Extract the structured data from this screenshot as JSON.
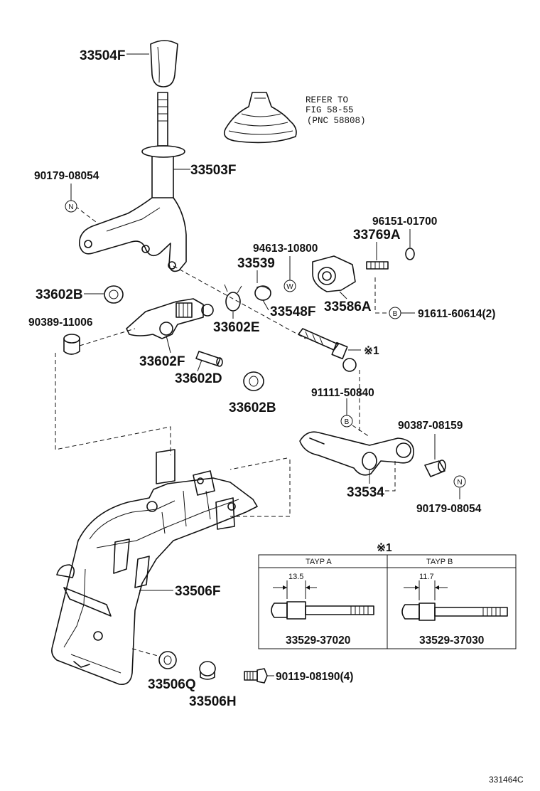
{
  "labels": {
    "knob": "33504F",
    "lever": "33503F",
    "nut_left_top": "90179-08054",
    "refer1": "REFER TO",
    "refer2": "FIG 58-55",
    "refer3": "(PNC 58808)",
    "p96151": "96151-01700",
    "p33769": "33769A",
    "p94613": "94613-10800",
    "p33539": "33539",
    "p33548": "33548F",
    "p33586": "33586A",
    "p33602b_top": "33602B",
    "p90389": "90389-11006",
    "p33602e": "33602E",
    "p91611": "91611-60614(2)",
    "star_ref": "※1",
    "p33602f": "33602F",
    "p33602d": "33602D",
    "p33602b_bot": "33602B",
    "p91111": "91111-50840",
    "p90387": "90387-08159",
    "p33534": "33534",
    "nut_right": "90179-08054",
    "p33506f": "33506F",
    "p33506q": "33506Q",
    "p33506h": "33506H",
    "p90119": "90119-08190(4)",
    "table_star": "※1",
    "type_a": "TAYP A",
    "type_b": "TAYP B",
    "dim_a": "13.5",
    "dim_b": "11.7",
    "pn_a": "33529-37020",
    "pn_b": "33529-37030",
    "drawing_no": "331464C"
  },
  "markers": {
    "n": "N",
    "w": "W",
    "b": "B"
  }
}
